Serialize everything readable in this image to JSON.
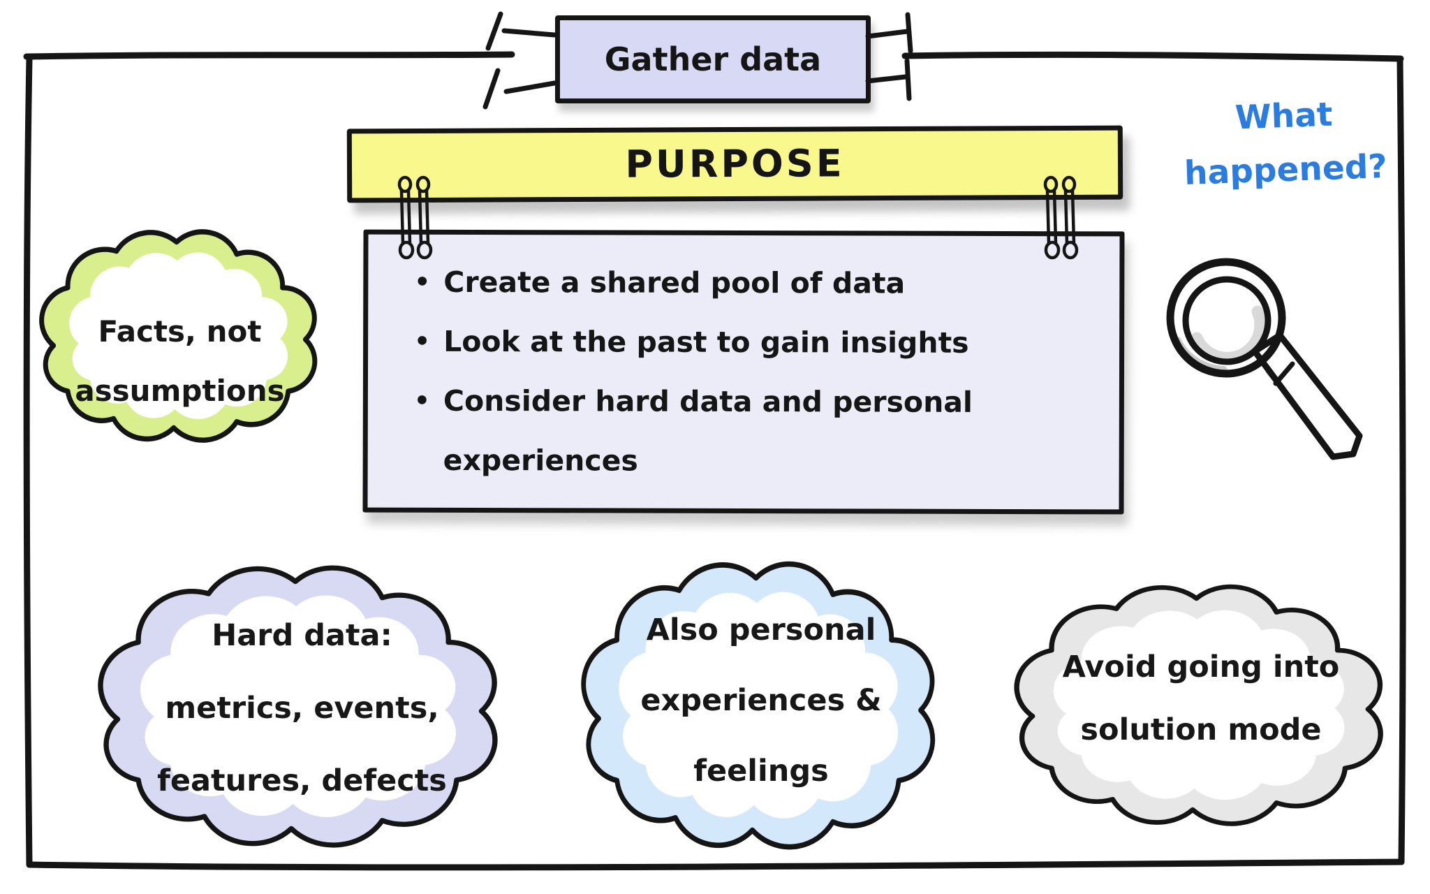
{
  "title_banner": {
    "label": "Gather data"
  },
  "purpose_banner": {
    "label": "PURPOSE"
  },
  "purpose_notes": {
    "bullets": [
      "Create a shared pool of data",
      "Look at the past to gain insights",
      "Consider hard data and personal experiences"
    ]
  },
  "question": {
    "text": "What\nhappened?",
    "color": "#2b7ce0"
  },
  "clouds": {
    "facts": {
      "text": "Facts, not\nassumptions",
      "highlight_color": "#d9ee8c"
    },
    "hard_data": {
      "text": "Hard data:\nmetrics, events,\nfeatures, defects",
      "highlight_color": "#d8daf4"
    },
    "personal": {
      "text": "Also personal\nexperiences &\nfeelings",
      "highlight_color": "#d3e8fa"
    },
    "solution": {
      "text": "Avoid going into\nsolution mode",
      "highlight_color": "#e7e7e7"
    }
  },
  "icons": {
    "magnifying_glass": "magnifying-glass-icon",
    "pins": "pin-icon",
    "stitches": "stitch-icon"
  },
  "colors": {
    "ink": "#151515",
    "title_banner_fill": "#d8d9f4",
    "purpose_fill": "#f8f88d",
    "notes_fill": "#ebecf8",
    "question_text": "#2b7ce0",
    "shadow": "#c8c8c8"
  }
}
